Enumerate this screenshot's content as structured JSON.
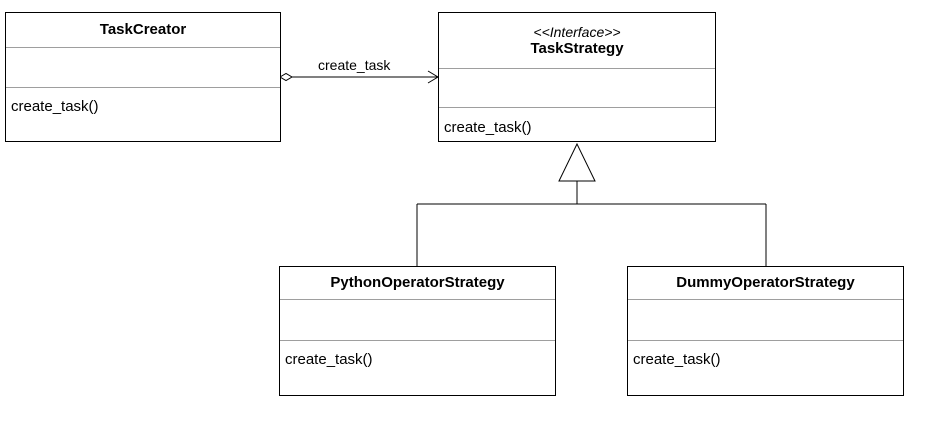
{
  "classes": {
    "task_creator": {
      "name": "TaskCreator",
      "methods": [
        "create_task()"
      ]
    },
    "task_strategy": {
      "stereotype": "<<Interface>>",
      "name": "TaskStrategy",
      "methods": [
        "create_task()"
      ]
    },
    "python_operator_strategy": {
      "name": "PythonOperatorStrategy",
      "methods": [
        "create_task()"
      ]
    },
    "dummy_operator_strategy": {
      "name": "DummyOperatorStrategy",
      "methods": [
        "create_task()"
      ]
    }
  },
  "relations": {
    "aggregation": {
      "from": "TaskCreator",
      "to": "TaskStrategy",
      "label": "create_task"
    },
    "realization": {
      "parent": "TaskStrategy",
      "children": [
        "PythonOperatorStrategy",
        "DummyOperatorStrategy"
      ]
    }
  },
  "colors": {
    "line": "#000000",
    "divider": "#9e9e9e",
    "background": "#ffffff"
  }
}
